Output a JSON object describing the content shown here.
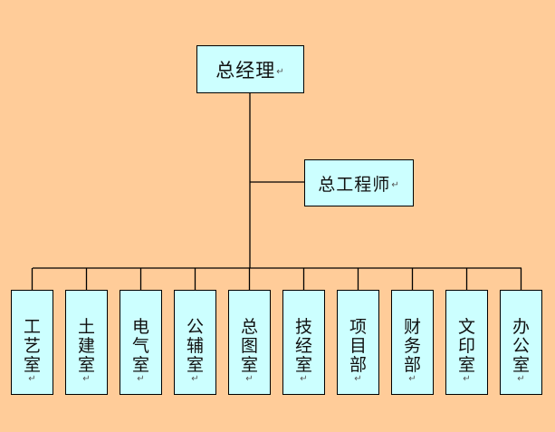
{
  "org_chart": {
    "top": {
      "label": "总经理"
    },
    "staff": {
      "label": "总工程师"
    },
    "departments": [
      {
        "label": "工艺室"
      },
      {
        "label": "土建室"
      },
      {
        "label": "电气室"
      },
      {
        "label": "公辅室"
      },
      {
        "label": "总图室"
      },
      {
        "label": "技经室"
      },
      {
        "label": "项目部"
      },
      {
        "label": "财务部"
      },
      {
        "label": "文印室"
      },
      {
        "label": "办公室"
      }
    ],
    "paragraph_mark": "↵"
  },
  "colors": {
    "background": "#ffcc99",
    "box_fill": "#ccffff",
    "line": "#000000"
  }
}
